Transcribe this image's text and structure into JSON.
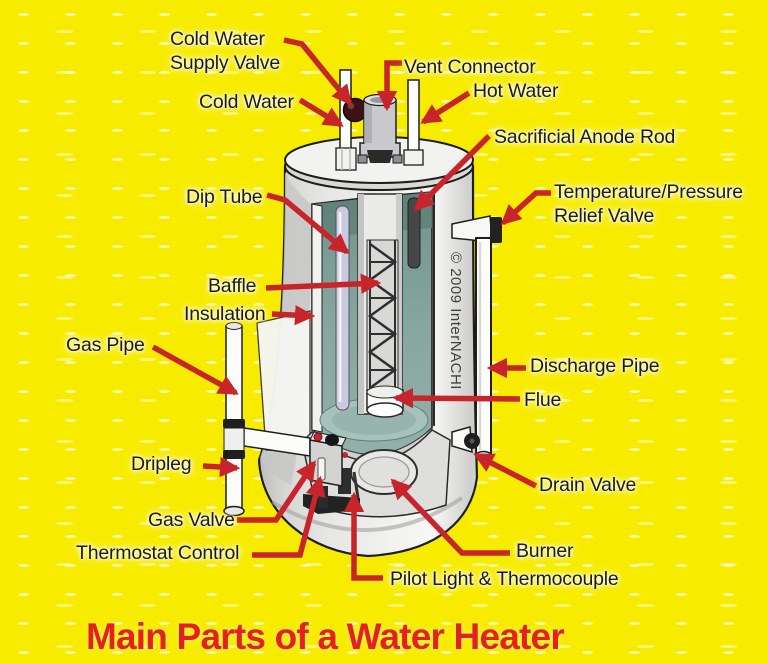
{
  "title": {
    "text": "Main Parts of a Water Heater"
  },
  "watermark": "© 2009 InterNACHI",
  "colors": {
    "background": "#F7EC00",
    "arrow_red": "#C8242B",
    "title_red": "#E3221F",
    "label_text": "#1B1B1B",
    "tank_body": "#EDEDEB",
    "tank_interior_teal": "#86A7A0",
    "valve_knob_maroon": "#3D1215"
  },
  "labels": [
    {
      "id": "cold-water-supply-valve",
      "text": "Cold Water\nSupply Valve"
    },
    {
      "id": "vent-connector",
      "text": "Vent Connector"
    },
    {
      "id": "cold-water",
      "text": "Cold Water"
    },
    {
      "id": "hot-water",
      "text": "Hot Water"
    },
    {
      "id": "sacrificial-anode-rod",
      "text": "Sacrificial Anode Rod"
    },
    {
      "id": "dip-tube",
      "text": "Dip Tube"
    },
    {
      "id": "temperature-pressure-relief-valve",
      "text": "Temperature/Pressure\nRelief Valve"
    },
    {
      "id": "baffle",
      "text": "Baffle"
    },
    {
      "id": "insulation",
      "text": "Insulation"
    },
    {
      "id": "gas-pipe",
      "text": "Gas Pipe"
    },
    {
      "id": "discharge-pipe",
      "text": "Discharge Pipe"
    },
    {
      "id": "flue",
      "text": "Flue"
    },
    {
      "id": "dripleg",
      "text": "Dripleg"
    },
    {
      "id": "drain-valve",
      "text": "Drain Valve"
    },
    {
      "id": "gas-valve",
      "text": "Gas Valve"
    },
    {
      "id": "thermostat-control",
      "text": "Thermostat Control"
    },
    {
      "id": "burner",
      "text": "Burner"
    },
    {
      "id": "pilot-light-thermocouple",
      "text": "Pilot Light & Thermocouple"
    }
  ]
}
